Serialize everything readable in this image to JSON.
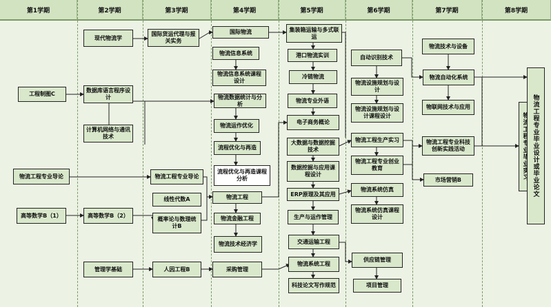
{
  "headers": [
    "第1学期",
    "第2学期",
    "第3学期",
    "第4学期",
    "第5学期",
    "第6学期",
    "第7学期",
    "第8学期"
  ],
  "courses": {
    "c1_drawing": "工程制图C",
    "c1_intro": "物流工程专业导论",
    "c1_math": "高等数学B（1）",
    "c2_modern": "现代物流学",
    "c2_datalang": "数据库语言程序设计",
    "c2_network": "计算机网络与通讯技术",
    "c2_math": "高等数学B（2）",
    "c2_mgmt": "管理学基础",
    "c3_forwarding": "国际货运代理与报关实务",
    "c3_intro": "物流工程专业导论",
    "c3_linear": "线性代数A",
    "c3_prob": "概率论与数理统计B",
    "c3_hf": "人因工程B",
    "c4_intl": "国际物流",
    "c4_infosys": "物流信息系统",
    "c4_infodesign": "物流信息系统课程设计",
    "c4_datastat": "物流数据统计与分析",
    "c4_opt": "物流运作优化",
    "c4_process": "流程优化与再造",
    "c4_processdesign": "流程优化与再造课程分析",
    "c4_logeng": "物流工程",
    "c4_finance": "物流金融工程",
    "c4_tecon": "物流技术经济学",
    "c4_purchase": "采购管理",
    "c5_container": "集装箱运输与多式联运",
    "c5_port": "港口物流实训",
    "c5_cold": "冷链物流",
    "c5_english": "物流专业外语",
    "c5_ecom": "电子商务概论",
    "c5_bigdata": "大数据与数据挖掘技术",
    "c5_dmdesign": "数据挖掘与应用课程设计",
    "c5_erp": "ERP原理及其应用",
    "c5_prodops": "生产与运作管理",
    "c5_transport": "交通运输工程",
    "c5_logsys": "物流系统工程",
    "c5_writing": "科技论文写作规范",
    "c6_autoid": "自动识别技术",
    "c6_facility": "物流设施规划与设计",
    "c6_facilitydesign": "物流设施规划与设计课程设计",
    "c6_practice": "物流工程生产实习",
    "c6_innovation": "物流工程专业创业教育",
    "c6_sim": "物流系统仿真",
    "c6_simdesign": "物流系统仿真课程设计",
    "c6_supply": "供应链管理",
    "c6_project": "项目管理",
    "c7_tech": "物流技术与设备",
    "c7_auto": "物流自动化系统",
    "c7_iot": "物联网技术与应用",
    "c7_innov": "物流工程专业科技创新实践活动",
    "c7_marketing": "市场营销B",
    "c8_intern": "物流工程专业毕业实习",
    "c8_thesis": "物流工程专业毕业设计或毕业论文"
  }
}
